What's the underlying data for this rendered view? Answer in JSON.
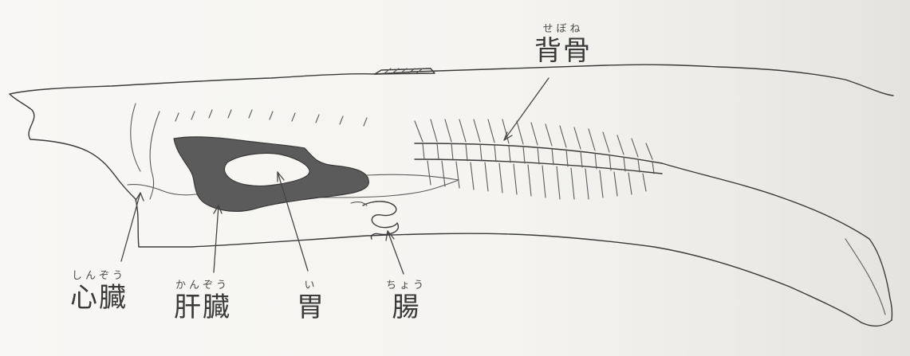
{
  "labels": {
    "spine": {
      "ruby": "せぼね",
      "kanji": "背骨"
    },
    "heart": {
      "ruby": "しんぞう",
      "kanji": "心臓"
    },
    "liver": {
      "ruby": "かんぞう",
      "kanji": "肝臓"
    },
    "stomach": {
      "ruby": "い",
      "kanji": "胃"
    },
    "intestine": {
      "ruby": "ちょう",
      "kanji": "腸"
    }
  },
  "colors": {
    "pencil": "#3a3a3a",
    "liver_fill": "#5b5b5b",
    "paper": "#f5f4f1"
  }
}
